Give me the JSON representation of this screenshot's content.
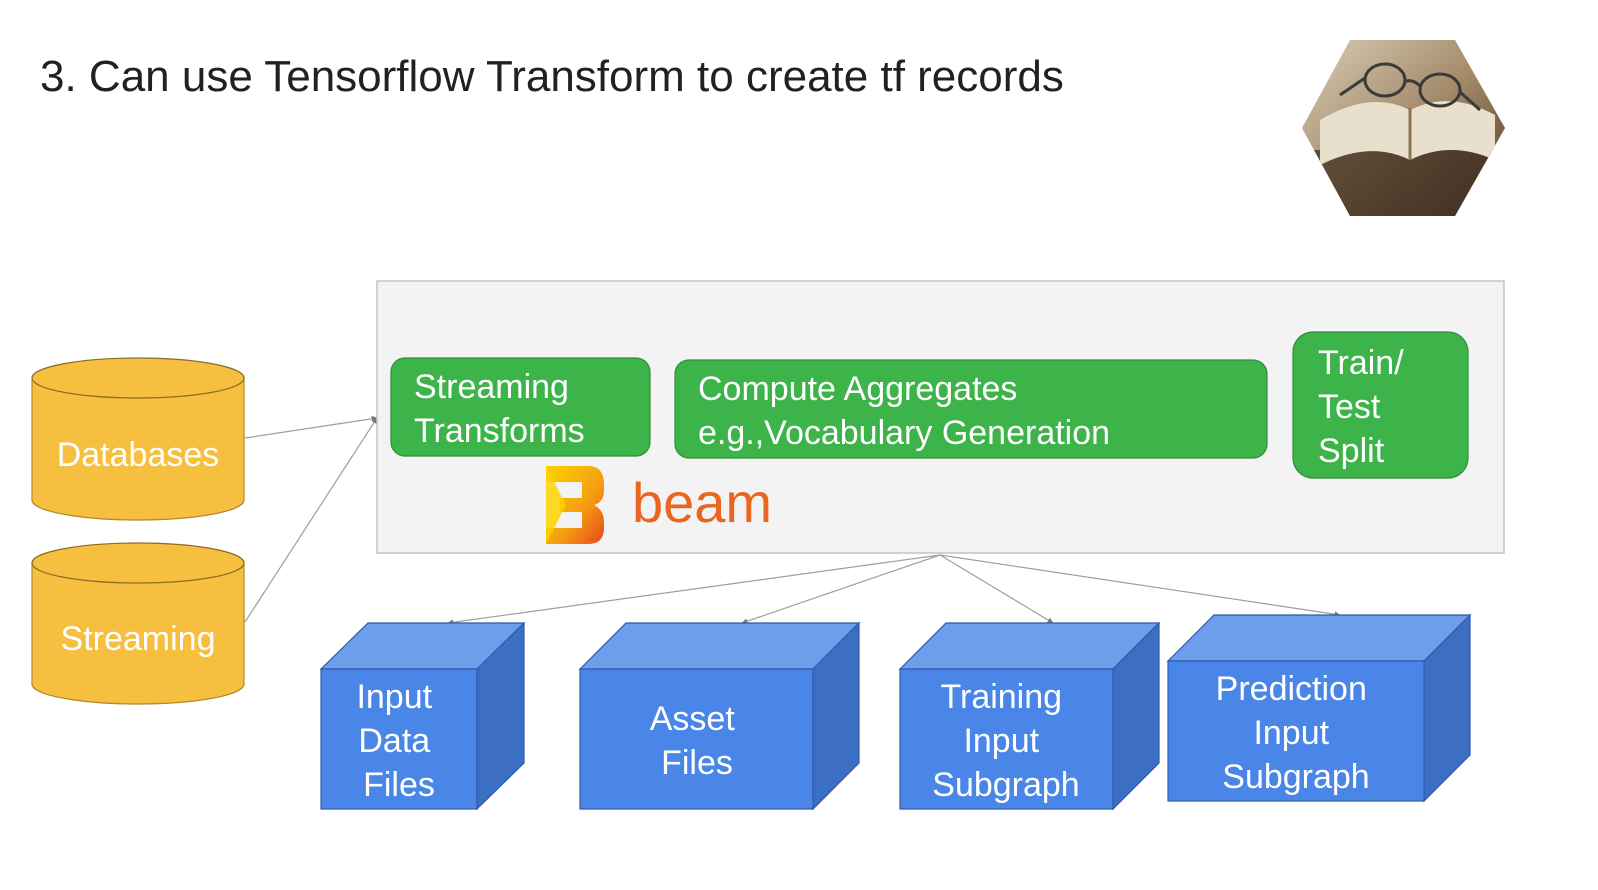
{
  "slide": {
    "title": "3. Can use Tensorflow Transform to create tf records"
  },
  "sources": [
    {
      "label": "Databases"
    },
    {
      "label": "Streaming"
    }
  ],
  "pipeline": {
    "steps": [
      {
        "lines": [
          "Streaming",
          "Transforms"
        ]
      },
      {
        "lines": [
          "Compute Aggregates",
          "e.g.,Vocabulary Generation"
        ]
      },
      {
        "lines": [
          "Train/",
          "Test",
          "Split"
        ]
      }
    ],
    "framework_logo": {
      "text": "beam",
      "icon": "apache-beam-logo"
    }
  },
  "outputs": [
    {
      "lines": [
        "Input",
        "Data",
        "Files"
      ]
    },
    {
      "lines": [
        "Asset",
        "Files"
      ]
    },
    {
      "lines": [
        "Training",
        "Input",
        "Subgraph"
      ]
    },
    {
      "lines": [
        "Prediction",
        "Input",
        "Subgraph"
      ]
    }
  ],
  "decoration": {
    "icon": "book-glasses-hexagon-image"
  },
  "colors": {
    "cylinder": "#f6bf3f",
    "step_green": "#3cb44a",
    "cube_front": "#4a86e8",
    "cube_top": "#6d9eeb",
    "cube_side": "#3c6fc4",
    "beam_orange": "#e8661f",
    "panel": "#f3f3f3"
  }
}
